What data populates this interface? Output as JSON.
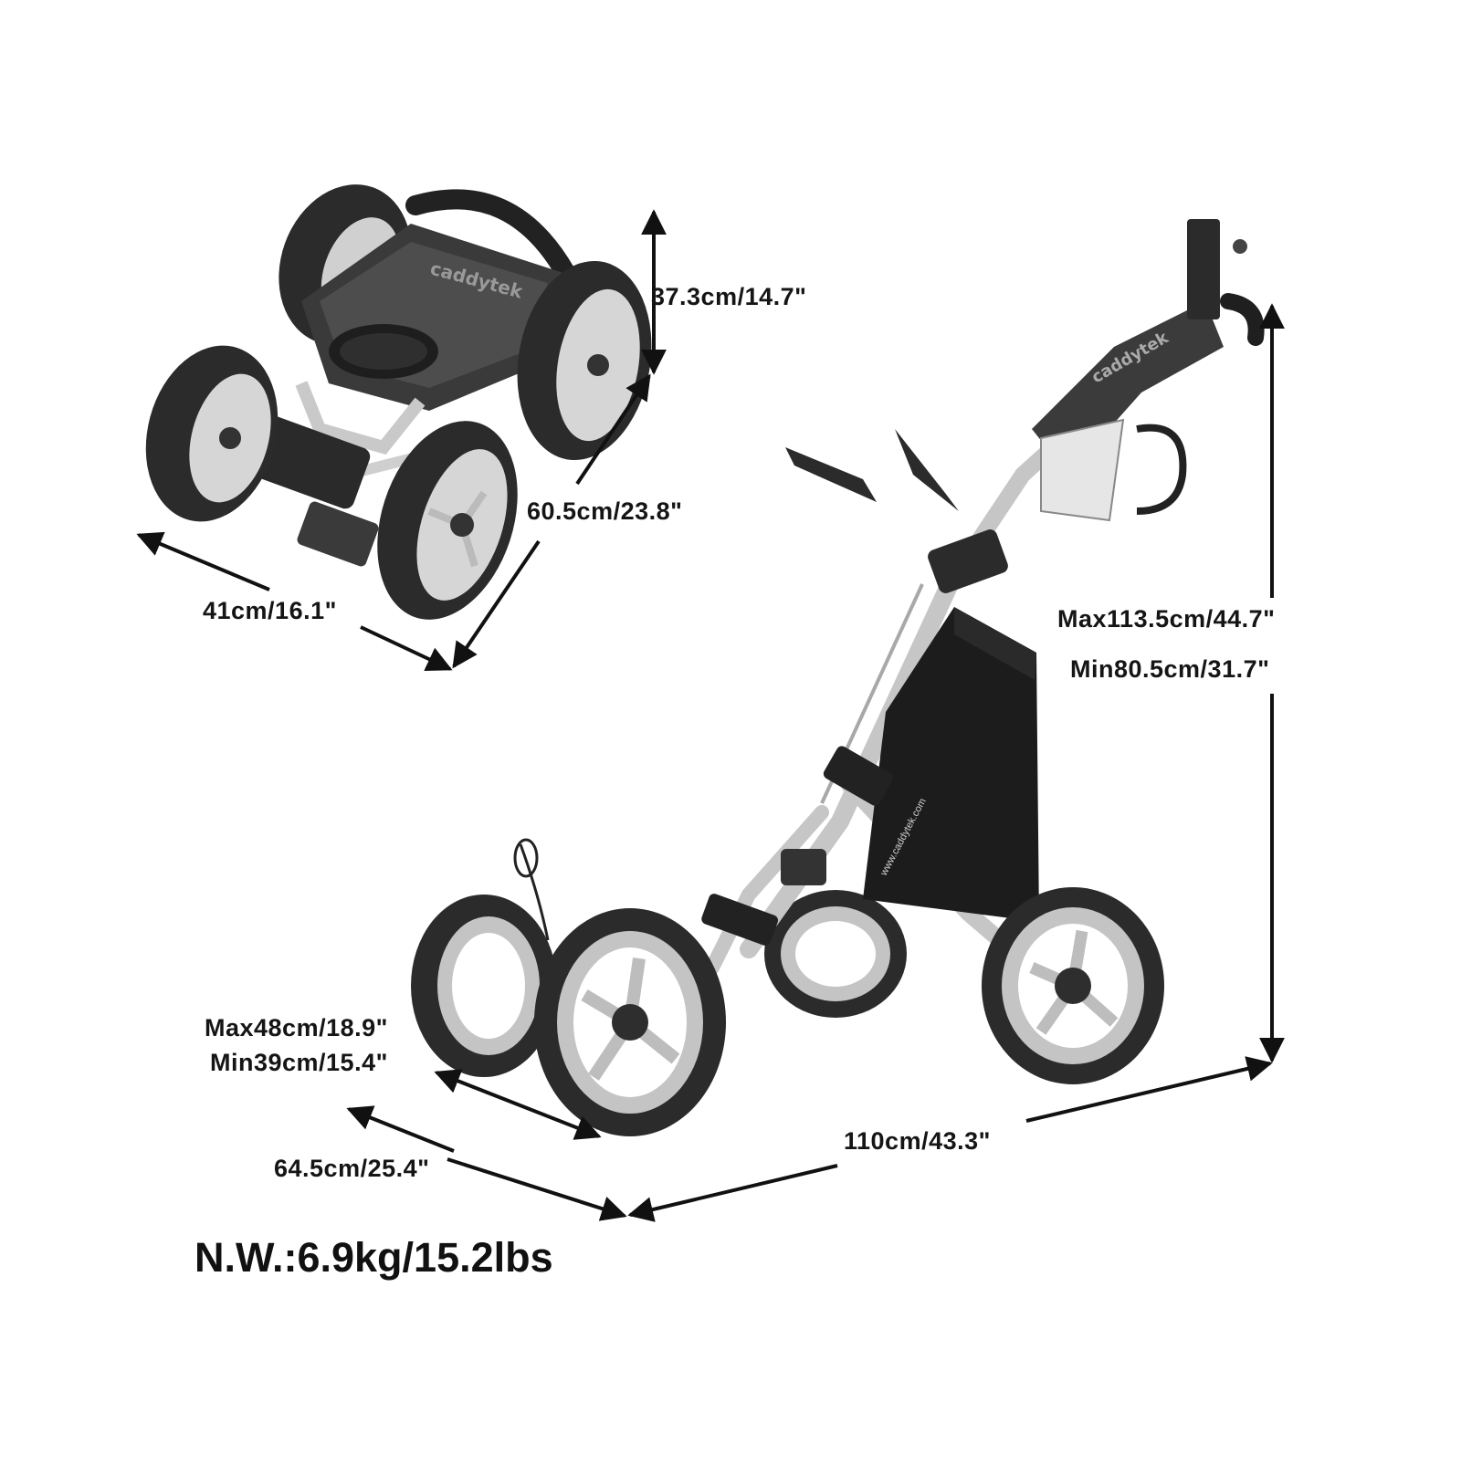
{
  "dimensions": {
    "folded_height": "37.3cm/14.7\"",
    "folded_length": "60.5cm/23.8\"",
    "folded_width": "41cm/16.1\"",
    "open_height_max": "Max113.5cm/44.7\"",
    "open_height_min": "Min80.5cm/31.7\"",
    "handle_height_max": "Max48cm/18.9\"",
    "handle_height_min": "Min39cm/15.4\"",
    "open_width": "64.5cm/25.4\"",
    "open_length": "110cm/43.3\""
  },
  "net_weight": "N.W.:6.9kg/15.2lbs",
  "brand_logo": "caddytek",
  "brand_url": "www.caddytek.com",
  "colors": {
    "tire": "#2b2b2b",
    "rim": "#bfbfbf",
    "frame": "#c9c9c9",
    "bag": "#1c1c1c",
    "arrow": "#111111"
  }
}
